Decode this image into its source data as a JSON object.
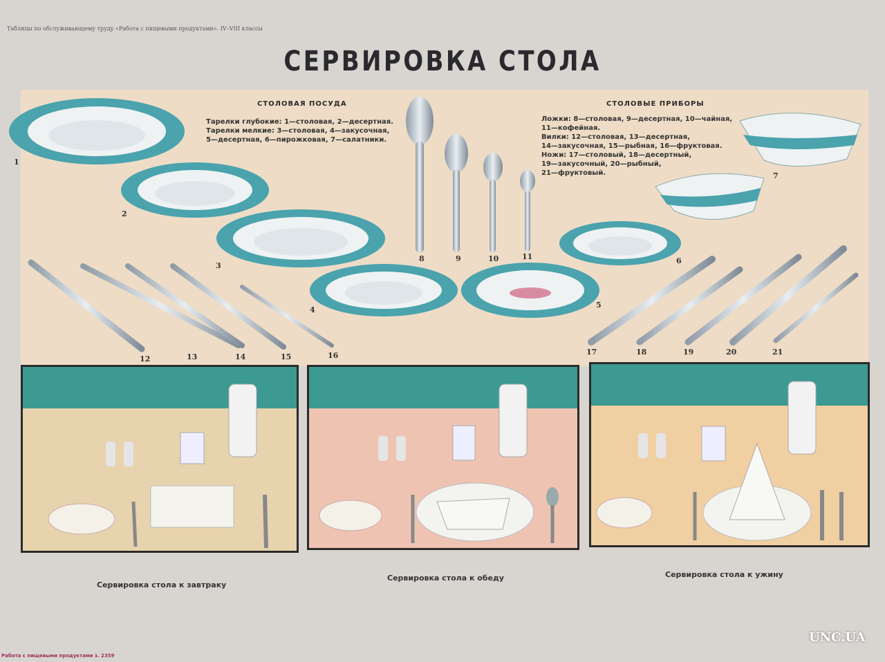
{
  "header_note": "Таблицы по обслуживающему труду «Работа с пищевыми продуктами». IV–VIII классы",
  "title": "СЕРВИРОВКА СТОЛА",
  "tableware": {
    "heading": "СТОЛОВАЯ ПОСУДА",
    "lines": [
      "Тарелки глубокие: 1—столовая, 2—десертная.",
      "Тарелки мелкие: 3—столовая, 4—закусочная,",
      "5—десертная, 6—пирожковая, 7—салатники."
    ]
  },
  "cutlery": {
    "heading": "СТОЛОВЫЕ ПРИБОРЫ",
    "lines": [
      "Ложки: 8—столовая, 9—десертная, 10—чайная,",
      "11—кофейная.",
      "Вилки: 12—столовая, 13—десертная,",
      "14—закусочная, 15—рыбная, 16—фруктовая.",
      "Ножи: 17—столовый, 18—десертный,",
      "19—закусочный, 20—рыбный,",
      "21—фруктовый."
    ]
  },
  "numbers": [
    "1",
    "2",
    "3",
    "4",
    "5",
    "6",
    "7",
    "8",
    "9",
    "10",
    "11",
    "12",
    "13",
    "14",
    "15",
    "16",
    "17",
    "18",
    "19",
    "20",
    "21"
  ],
  "scenes": [
    {
      "caption": "Сервировка стола к завтраку",
      "cloth": "#e7d3ae"
    },
    {
      "caption": "Сервировка стола к обеду",
      "cloth": "#efc3b2"
    },
    {
      "caption": "Сервировка стола к ужину",
      "cloth": "#f0cfa2"
    }
  ],
  "footer_code": "Работа с пищевыми продуктами з. 2359",
  "watermark": "UNC.UA",
  "colors": {
    "rim": "#4aa3ad",
    "panel": "#eedcc6",
    "wall": "#3c9a92"
  }
}
